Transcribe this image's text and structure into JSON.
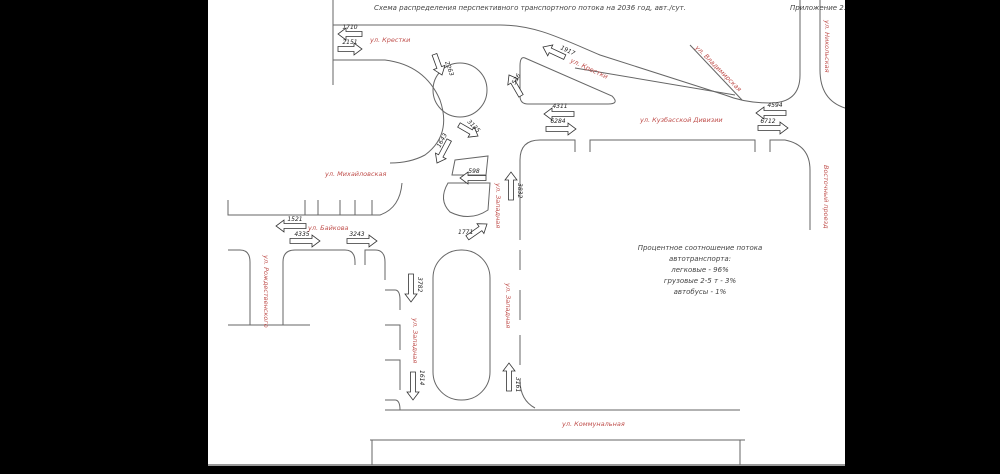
{
  "header": {
    "title": "Схема распределения перспективного транспортного потока на 2036 год, авт./сут.",
    "appendix": "Приложение 2."
  },
  "streets": {
    "krestki_west": "ул. Крестки",
    "krestki_east": "ул. Крестки",
    "vladimirskaya": "ул. Владимирская",
    "nikolskaya": "ул. Никольская",
    "kuzbass": "ул. Кузбасской Дивизии",
    "vostochny": "Восточный проезд",
    "mikhailovskaya": "ул. Михайловская",
    "baikova": "ул. Байкова",
    "rozhdestvenskogo": "ул. Рождественского",
    "zapadnaya_north": "ул. Западная",
    "zapadnaya_west": "ул. Западная",
    "zapadnaya_east": "ул. Западная",
    "kommunalnaya": "ул. Коммунальная"
  },
  "flows": {
    "krestki_west_out": "1710",
    "krestki_west_in": "2151",
    "krestki_east": "1917",
    "ring_nw": "2263",
    "ring_ne": "536",
    "kuzbass_west_out": "4311",
    "kuzbass_west_in": "6284",
    "kuzbass_east_out": "4594",
    "kuzbass_east_in": "6712",
    "ring_s": "3135",
    "ring_sw": "1643",
    "island_west": "598",
    "zapadnaya_up_north": "3832",
    "turn_ne": "1771",
    "baikova_out": "1521",
    "baikova_in_1": "4335",
    "baikova_in_2": "3243",
    "zapadnaya_down_1": "3782",
    "zapadnaya_down_2": "1614",
    "zapadnaya_up_south": "3161"
  },
  "note": {
    "line1": "Процентное соотношение потока",
    "line2": "автотранспорта:",
    "line3": "легковые - 96%",
    "line4": "грузовые 2-5 т - 3%",
    "line5": "автобусы - 1%"
  }
}
